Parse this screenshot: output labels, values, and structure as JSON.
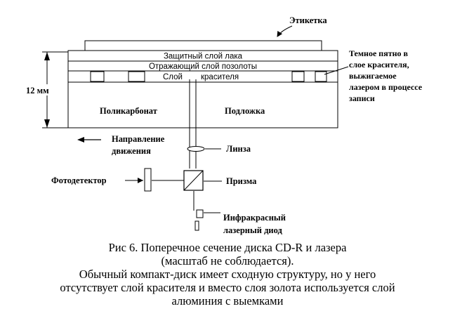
{
  "labels": {
    "etiketka": "Этикетка",
    "protective_layer": "Защитный слой лака",
    "reflective_layer": "Отражающий слой позолоты",
    "dye_layer_part1": "Слой",
    "dye_layer_part2": "красителя",
    "dark_spot": [
      "Темное пятно в",
      "слое красителя,",
      "выжигаемое",
      "лазером в процессе",
      "записи"
    ],
    "thickness": "12 мм",
    "polycarbonate": "Поликарбонат",
    "substrate": "Подложка",
    "direction": [
      "Направление",
      "движения"
    ],
    "lens": "Линза",
    "photodetector": "Фотодетектор",
    "prism": "Призма",
    "laser": [
      "Инфракрасный",
      "лазерный диод"
    ]
  },
  "caption": {
    "lines": [
      "Рис 6. Поперечное сечение диска CD-R и лазера",
      "(масштаб не соблюдается).",
      "Обычный компакт-диск имеет сходную структуру, но у него",
      "отсутствует слой красителя и вместо слоя золота используется слой",
      "алюминия с выемками"
    ]
  }
}
